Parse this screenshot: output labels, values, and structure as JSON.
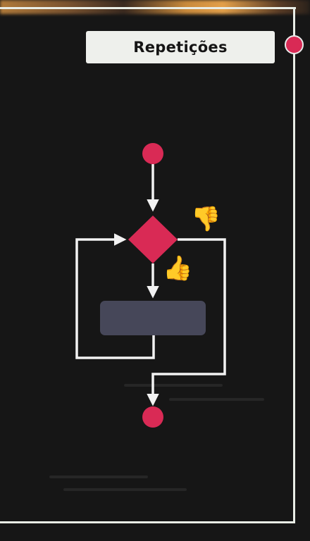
{
  "title": "Repetições",
  "colors": {
    "background": "#161616",
    "frame": "#e9ede6",
    "node": "#d92a55",
    "process_block": "#464759",
    "connector": "#f2f2f2"
  },
  "icons": {
    "no_branch": "thumbs-down",
    "yes_branch": "thumbs-up"
  }
}
